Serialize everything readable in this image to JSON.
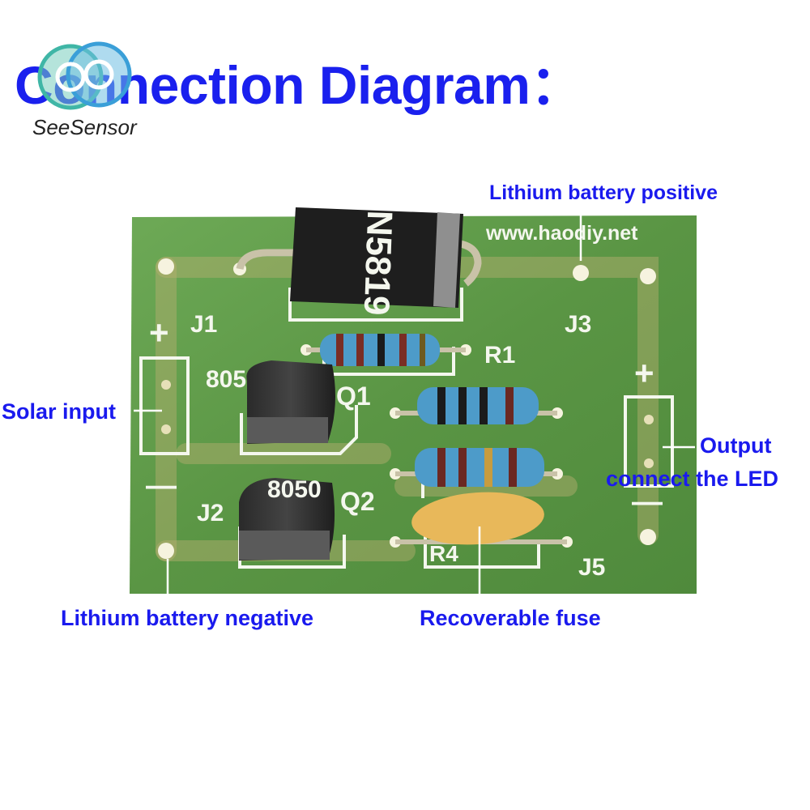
{
  "title": "Connection Diagram：",
  "brand": {
    "name": "SeeSensor",
    "logo_icon": "seesensor-logo-icon"
  },
  "board": {
    "url": "www.haodiy.net",
    "diode_marking": "N5819",
    "labels": {
      "j1": "J1",
      "j2": "J2",
      "j3": "J3",
      "j5": "J5",
      "q1": "Q1",
      "q2": "Q2",
      "r1": "R1",
      "r4": "R4",
      "q1_part": "805",
      "q2_part": "8050",
      "plus_left": "+",
      "minus_left": "—",
      "plus_right": "+",
      "minus_right": "—"
    }
  },
  "callouts": {
    "battery_positive": "Lithium battery positive",
    "solar_input": "Solar input",
    "output_line1": "Output",
    "output_line2": "connect the LED",
    "battery_negative": "Lithium battery negative",
    "fuse": "Recoverable fuse"
  },
  "colors": {
    "title": "#1a20ee",
    "callout": "#1a1aee",
    "pcb": "#5f9c48",
    "silkscreen": "#f4f7ee"
  }
}
